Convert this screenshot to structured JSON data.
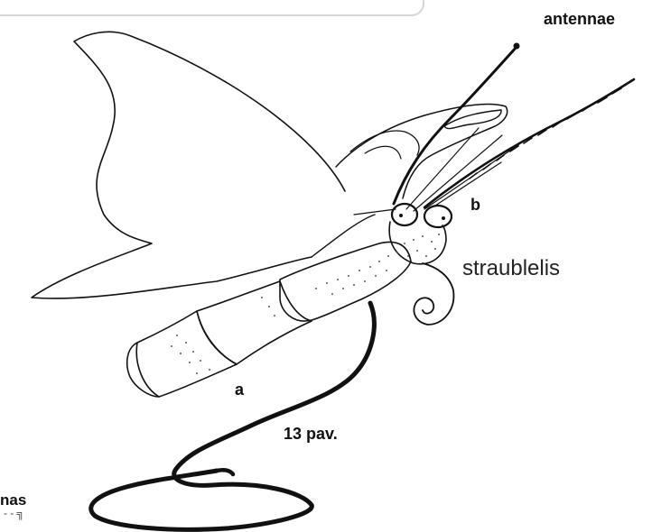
{
  "labels": {
    "antennae": "antennae",
    "b": "b",
    "straublelis": "straublelis",
    "a": "a",
    "pav": "13 pav.",
    "cut": "nas"
  },
  "colors": {
    "ink": "#111111",
    "dots": "#555555",
    "frame": "#d6d6d6",
    "background": "#ffffff"
  }
}
